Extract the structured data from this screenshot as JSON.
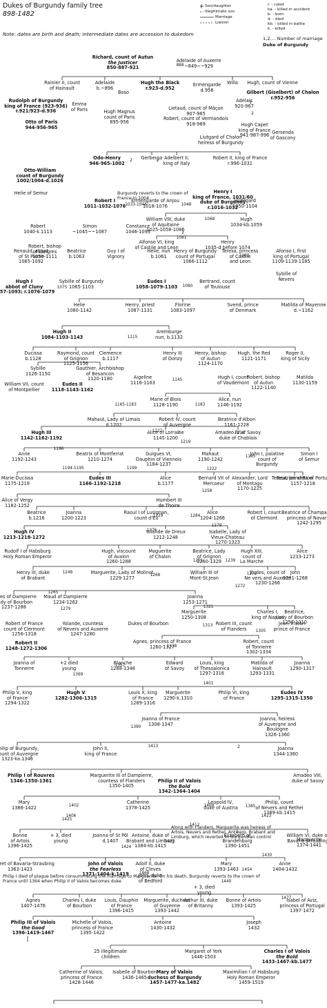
{
  "header": {
    "title": "Dukes of Burgundy family tree",
    "years": "898-1482",
    "note": "Note: dates are birth and death; intermediate dates are accession to dukedom"
  },
  "legend": {
    "line1": [
      "Son/daughter",
      "Illegitimate son",
      "Marriage",
      "Liaison"
    ],
    "line2": [
      "r. - ruled",
      "ka. - killed in accident",
      "b. - born",
      "d. - died",
      "kb. - killed in battle",
      "k. - killed"
    ],
    "marriage_number": "1,2.... Number of marriage",
    "duke_label": "Duke of Burgundy"
  },
  "notes": [
    "Burgundy reverts to the crown of France in 1004",
    "Along with Flanders, Marguerite was heiress of Artois, Nevers and Rethel, Antwerp, Brabant and Limburg, which reverted to Burgundian control",
    "Philip I died of plague before consummating the marriage to Marguerite. On his death, Burgundy reverts to the crown of France until 1364 when Philip II of Valois becomes duke"
  ],
  "marriage_numbers": [
    "888",
    "1",
    "2",
    "1",
    "2",
    "1033-1046",
    "1048",
    "1068",
    "1081",
    "2",
    "1093",
    "1075",
    "1080",
    "1115",
    "1145",
    "1165-1183",
    "1183",
    "1222",
    "1219",
    "3",
    "1214",
    "1196",
    "1195",
    "1194-1195",
    "1199",
    "1222",
    "1258",
    "1229",
    "1284",
    "1279",
    "1276",
    "1251",
    "1239",
    "1248",
    "1268",
    "1272",
    "1265",
    "1272",
    "1279",
    "1321",
    "1313",
    "1305",
    "1338",
    "1357",
    "1369",
    "1401",
    "1390",
    "1413",
    "2",
    "1402",
    "1409",
    "1385",
    "1406",
    "1423",
    "1425",
    "1412",
    "1423",
    "1424",
    "1430",
    "1468",
    "1454",
    "1440",
    "1477"
  ],
  "people": [
    {
      "lines": [
        "Richard, count of Autun",
        "the Justicer",
        "850-887-921"
      ],
      "duke": true
    },
    {
      "lines": [
        "Adelaide of Auxerre",
        "~849~~929"
      ]
    },
    {
      "lines": [
        "Rainier II, count",
        "of Hainault"
      ]
    },
    {
      "lines": [
        "Adelaide",
        "b.~896"
      ]
    },
    {
      "lines": [
        "Boso"
      ]
    },
    {
      "lines": [
        "Hugh the Black",
        "r.923-d.952"
      ],
      "duke": true
    },
    {
      "lines": [
        "Ermengarde",
        "d.956"
      ]
    },
    {
      "lines": [
        "Willa"
      ]
    },
    {
      "lines": [
        "Hugh, count of Vienne"
      ]
    },
    {
      "lines": [
        "Rudolph of Burgundy",
        "king of France (923-936)",
        "r.921/923-d.936"
      ],
      "duke": true
    },
    {
      "lines": [
        "Emma",
        "of Paris"
      ]
    },
    {
      "lines": [
        "Hugh Magnus",
        "count of Paris",
        "895-956"
      ]
    },
    {
      "lines": [
        "Gilbert (Giselbert) of Chalon",
        "r.952-956"
      ],
      "duke": true
    },
    {
      "lines": [
        "Lietaud, count of Mâçon",
        "907-965"
      ]
    },
    {
      "lines": [
        "Robert, count of Vermandois",
        "918-969"
      ]
    },
    {
      "lines": [
        "Adelais",
        "920-967"
      ]
    },
    {
      "lines": [
        "Hugh Capet",
        "king of France",
        "941-987-996"
      ]
    },
    {
      "lines": [
        "Otto of Paris",
        "944-956-965"
      ],
      "duke": true
    },
    {
      "lines": [
        "Liutgard of Chalon",
        "heiress of Burgundy"
      ]
    },
    {
      "lines": [
        "Gersenda",
        "of Gascony"
      ]
    },
    {
      "lines": [
        "Odo-Henry",
        "946-965-1002"
      ],
      "duke": true
    },
    {
      "lines": [
        "Gerberga"
      ]
    },
    {
      "lines": [
        "Adelbert II,",
        "king of Italy"
      ]
    },
    {
      "lines": [
        "Robert II, king of France",
        "r.996-1031"
      ]
    },
    {
      "lines": [
        "Otto-William",
        "count of Burgundy",
        "1002/1004-d.1026"
      ],
      "duke": true
    },
    {
      "lines": [
        "Henry I",
        "king of France, 1031/60",
        "duke of Burgundy",
        "r.1016-1032"
      ],
      "duke": true
    },
    {
      "lines": [
        "Helie of Semur"
      ]
    },
    {
      "lines": [
        "Robert I",
        "1011-1032-1076"
      ],
      "duke": true
    },
    {
      "lines": [
        "Ermengarde of Anjou",
        "1018-1076"
      ]
    },
    {
      "lines": [
        "Hildegard",
        "1050-1104"
      ]
    },
    {
      "lines": [
        "William VIII, duke",
        "of Aquitaine",
        "1025-1058-1086"
      ]
    },
    {
      "lines": [
        "Hugh",
        "1034-kb.1059"
      ]
    },
    {
      "lines": [
        "Robert",
        "1040-k.1113"
      ]
    },
    {
      "lines": [
        "Simon",
        "~1045~~1087"
      ]
    },
    {
      "lines": [
        "Constance",
        "1046-1093"
      ]
    },
    {
      "lines": [
        "Alfonso VI, king",
        "of Castile and Leon"
      ]
    },
    {
      "lines": [
        "Henry",
        "1035-d before 1074"
      ]
    },
    {
      "lines": [
        "Robert, bishop",
        "of Langres",
        "1059-1111"
      ]
    },
    {
      "lines": [
        "Renauld, abbot",
        "of St Pierre",
        "1065-1092"
      ]
    },
    {
      "lines": [
        "Beatrice",
        "b.1063"
      ]
    },
    {
      "lines": [
        "Guy I of",
        "Vignory"
      ]
    },
    {
      "lines": [
        "Helie, nun",
        "b.1061"
      ]
    },
    {
      "lines": [
        "Henry of Burgundy",
        "count of Portugal",
        "1066-1112"
      ]
    },
    {
      "lines": [
        "Teresa, princess",
        "of Castile",
        "and Leon"
      ]
    },
    {
      "lines": [
        "Afonso I, first",
        "king of Portugal",
        "1109-1139-1185"
      ]
    },
    {
      "lines": [
        "Sybille of",
        "Nevers"
      ]
    },
    {
      "lines": [
        "Hugh I",
        "abbot of Cluny",
        "1057-1093; r.1076-1079"
      ],
      "duke": true
    },
    {
      "lines": [
        "Sybille of Burgundy",
        "1065-1103"
      ]
    },
    {
      "lines": [
        "Eudes I",
        "1058-1079-1103"
      ],
      "duke": true
    },
    {
      "lines": [
        "Bertrand, count",
        "of Toulouse"
      ]
    },
    {
      "lines": [
        "Helie",
        "1080-1142"
      ]
    },
    {
      "lines": [
        "Henry, priest",
        "1087-1131"
      ]
    },
    {
      "lines": [
        "Florine",
        "1083-1097"
      ]
    },
    {
      "lines": [
        "Svend, prince",
        "of Denmark"
      ]
    },
    {
      "lines": [
        "Matilda of Mayenne",
        "d.~1162"
      ]
    },
    {
      "lines": [
        "Hugh II",
        "1084-1103-1143"
      ],
      "duke": true
    },
    {
      "lines": [
        "Aremburge",
        "nun, b.1132"
      ]
    },
    {
      "lines": [
        "Ducissa",
        "b.1128"
      ]
    },
    {
      "lines": [
        "Raymond, count",
        "of Grignon",
        "1125-1156"
      ]
    },
    {
      "lines": [
        "Clemence",
        "b.1117"
      ]
    },
    {
      "lines": [
        "Henry III",
        "of Donzy"
      ]
    },
    {
      "lines": [
        "Henry, bishop",
        "of Autun",
        "1124-1170"
      ]
    },
    {
      "lines": [
        "Hugh, the Red",
        "1121-1171"
      ]
    },
    {
      "lines": [
        "Roger II,",
        "king of Sicily"
      ]
    },
    {
      "lines": [
        "Sybille",
        "1126-1150"
      ]
    },
    {
      "lines": [
        "Gauthier, Archbishop",
        "of Besancon",
        "1120-1180"
      ]
    },
    {
      "lines": [
        "Aigeline",
        "1116-1163"
      ]
    },
    {
      "lines": [
        "Hugh I, count",
        "of Vaudemont"
      ]
    },
    {
      "lines": [
        "Robert, bishop",
        "of Autun",
        "1122-1140"
      ]
    },
    {
      "lines": [
        "Matilda",
        "1130-1159"
      ]
    },
    {
      "lines": [
        "William VII, count",
        "of Montpellier"
      ]
    },
    {
      "lines": [
        "Eudes II",
        "1118-1143-1162"
      ],
      "duke": true
    },
    {
      "lines": [
        "Marie of Blois",
        "1128-1190"
      ]
    },
    {
      "lines": [
        "Alice, nun",
        "1146-1192"
      ]
    },
    {
      "lines": [
        "Mahaut, Lady of Limais",
        "d.1202"
      ]
    },
    {
      "lines": [
        "Robert IV, count",
        "of Auvergne"
      ]
    },
    {
      "lines": [
        "Beatrice d'Albon",
        "1161-1228"
      ]
    },
    {
      "lines": [
        "Hugh III",
        "1142-1162-1192"
      ],
      "duke": true
    },
    {
      "lines": [
        "Alice of Lorraine",
        "1145-1200"
      ]
    },
    {
      "lines": [
        "Amadeo IV of Savoy",
        "duke of Chablais"
      ]
    },
    {
      "lines": [
        "Anne",
        "1192-1243"
      ]
    },
    {
      "lines": [
        "Beatrix of Montferrat",
        "1210-1274"
      ]
    },
    {
      "lines": [
        "Guigues VI,",
        "Dauphin of Viennois",
        "1184-1237"
      ]
    },
    {
      "lines": [
        "Mahaut",
        "1190-1242"
      ]
    },
    {
      "lines": [
        "John I, palatine",
        "count of",
        "Burgundy"
      ]
    },
    {
      "lines": [
        "Simon I",
        "of Semur"
      ]
    },
    {
      "lines": [
        "Marie-Ducissa",
        "1175-1219"
      ]
    },
    {
      "lines": [
        "Eudes III",
        "1166-1192-1218"
      ],
      "duke": true
    },
    {
      "lines": [
        "Alice",
        "b.1177"
      ]
    },
    {
      "lines": [
        "Bernard VII of",
        "Mercoeur"
      ]
    },
    {
      "lines": [
        "Alexander, Lord",
        "of Montagu",
        "1170-1225"
      ]
    },
    {
      "lines": [
        "Beatrice of Rion"
      ]
    },
    {
      "lines": [
        "Teresa, princess of Portugal",
        "1157-1218"
      ]
    },
    {
      "lines": [
        "Alice of Vergy",
        "1182-1252"
      ]
    },
    {
      "lines": [
        "Humbert III",
        "de Thoire"
      ]
    },
    {
      "lines": [
        "Beatrice",
        "b.1216"
      ]
    },
    {
      "lines": [
        "Joanna",
        "1200-1223"
      ]
    },
    {
      "lines": [
        "Raoul I of Lusignan,",
        "count d'Eu"
      ]
    },
    {
      "lines": [
        "Alice",
        "1204-1266"
      ]
    },
    {
      "lines": [
        "Robert I, count",
        "of Clermont"
      ]
    },
    {
      "lines": [
        "Beatrice of Champagne,",
        "princess of Navarre",
        "1242-1295"
      ]
    },
    {
      "lines": [
        "Hugh IV",
        "1213-1218-1272"
      ],
      "duke": true
    },
    {
      "lines": [
        "Yolande de Dreux",
        "1212-1248"
      ]
    },
    {
      "lines": [
        "Isabelle, Lady of",
        "Vieux-Chateau",
        "1270-1323"
      ]
    },
    {
      "lines": [
        "Rudolf I of Habsburg",
        "Holy Roman Emperor"
      ]
    },
    {
      "lines": [
        "Hugh, viscount",
        "of Avalon",
        "1260-1288"
      ]
    },
    {
      "lines": [
        "Maguerite",
        "of Chalon"
      ]
    },
    {
      "lines": [
        "Beatrice, Lady",
        "of Grignon",
        "1260-1329"
      ]
    },
    {
      "lines": [
        "Hugh XIII,",
        "count of",
        "La Marche"
      ]
    },
    {
      "lines": [
        "Alice",
        "1233-1273"
      ]
    },
    {
      "lines": [
        "Henry III, duke",
        "of Brabant"
      ]
    },
    {
      "lines": [
        "Marguerite, Lady of Molinot",
        "1229-1277"
      ]
    },
    {
      "lines": [
        "William III of",
        "Mont-St.Jean"
      ]
    },
    {
      "lines": [
        "Eudes, count of",
        "Ne vers and Auxerre",
        "1230-1266"
      ]
    },
    {
      "lines": [
        "John",
        "1231-1268"
      ]
    },
    {
      "lines": [
        "Agnes of Dampierre",
        "Lady of Bourbon",
        "1237-1288"
      ]
    },
    {
      "lines": [
        "Maud of Dampierre",
        "1234-1262"
      ]
    },
    {
      "lines": [
        "Joanna",
        "1253-1271"
      ]
    },
    {
      "lines": [
        "Marguerite",
        "1250-1308"
      ]
    },
    {
      "lines": [
        "Charles I,",
        "king of Naples"
      ]
    },
    {
      "lines": [
        "Beatrice,",
        "Lady of Bourbon",
        "1257-1310"
      ]
    },
    {
      "lines": [
        "Robert of France",
        "count of Clermont",
        "1256-1318"
      ]
    },
    {
      "lines": [
        "Yolande, countess",
        "of Nevers and Auxerre",
        "1247-1280"
      ]
    },
    {
      "lines": [
        "Robert III, count",
        "of Flanders"
      ]
    },
    {
      "lines": [
        "Jean Tristan",
        "prince of France"
      ]
    },
    {
      "lines": [
        "Dukes of Bourbon"
      ]
    },
    {
      "lines": [
        "Robert II",
        "1248-1272-1306"
      ],
      "duke": true
    },
    {
      "lines": [
        "Agnes, princess of France",
        "1260-1327"
      ]
    },
    {
      "lines": [
        "Robert, count",
        "of Tonnerre",
        "1302-1334"
      ]
    },
    {
      "lines": [
        "Joanna of",
        "Tonnerre"
      ]
    },
    {
      "lines": [
        "+2 died",
        "young"
      ]
    },
    {
      "lines": [
        "Blanche",
        "1288-1348"
      ]
    },
    {
      "lines": [
        "Edward",
        "of Savoy"
      ]
    },
    {
      "lines": [
        "Louis, king",
        "of Thessalonica",
        "1297-1316"
      ]
    },
    {
      "lines": [
        "Matilda of",
        "Hainault",
        "1293-1331"
      ]
    },
    {
      "lines": [
        "Joanna",
        "1290-1317"
      ]
    },
    {
      "lines": [
        "Philip V, king",
        "of France",
        "1294-1322"
      ]
    },
    {
      "lines": [
        "Hugh V",
        "1282-1306-1315"
      ],
      "duke": true
    },
    {
      "lines": [
        "Louis X, king",
        "of France",
        "1289-1316"
      ]
    },
    {
      "lines": [
        "Marguerite",
        "1290-k.1310"
      ]
    },
    {
      "lines": [
        "Philip VI, king",
        "of France"
      ]
    },
    {
      "lines": [
        "Eudes IV",
        "1295-1315-1350"
      ],
      "duke": true
    },
    {
      "lines": [
        "Joanna of France",
        "1308-1347"
      ]
    },
    {
      "lines": [
        "Joanna, heiress",
        "of Auvergne and",
        "Boulogne",
        "1326-1360"
      ]
    },
    {
      "lines": [
        "Philip of Burgundy,",
        "count of Auvergne",
        "1323-ka.1346"
      ]
    },
    {
      "lines": [
        "John II,",
        "king of France"
      ]
    },
    {
      "lines": [
        "Joanna",
        "1344-1360"
      ]
    },
    {
      "lines": [
        "Philip I of Rouvres",
        "1346-1350-1361"
      ],
      "duke": true
    },
    {
      "lines": [
        "Marguerite III of Dampierre,",
        "countess of Flanders",
        "1350-1405"
      ]
    },
    {
      "lines": [
        "Philip II of Valois",
        "the Bold",
        "1342-1364-1404"
      ],
      "duke": true
    },
    {
      "lines": [
        "Amadeo VIII,",
        "duke of Savoy"
      ]
    },
    {
      "lines": [
        "Mary",
        "1386-1422"
      ]
    },
    {
      "lines": [
        "Catherine",
        "1378-1425"
      ]
    },
    {
      "lines": [
        "Leopold IV,",
        "duke of Austria"
      ]
    },
    {
      "lines": [
        "Philip, count",
        "of Nevers and Rethel",
        "1389-kb.1415"
      ]
    },
    {
      "lines": [
        "Bonne",
        "of Artois",
        "1396-1425"
      ]
    },
    {
      "lines": [
        "+ 3, died",
        "young"
      ]
    },
    {
      "lines": [
        "Joanna of St Pôl",
        "d.1407"
      ]
    },
    {
      "lines": [
        "Antoine, duke of",
        "Brabant and Limburg",
        "1384-kb.1415"
      ]
    },
    {
      "lines": [
        "Elizabeth of",
        "Brandenburg",
        "1390-1451"
      ]
    },
    {
      "lines": [
        "William VI, duke of",
        "Bavaria-Straubing"
      ]
    },
    {
      "lines": [
        "Marguerite",
        "1374-1441"
      ]
    },
    {
      "lines": [
        "Margaret of Bavaria-Straubing",
        "1363-1423"
      ]
    },
    {
      "lines": [
        "John of Valois",
        "the Fearless",
        "1371-1404-k.1419"
      ],
      "duke": true
    },
    {
      "lines": [
        "Adolf II, duke",
        "of Cleves"
      ]
    },
    {
      "lines": [
        "Mary",
        "1393-1463"
      ]
    },
    {
      "lines": [
        "Anne",
        "1404-1432"
      ]
    },
    {
      "lines": [
        "John, duke",
        "of Bedford"
      ]
    },
    {
      "lines": [
        "+ 3, died",
        "young"
      ]
    },
    {
      "lines": [
        "Agnes",
        "1407-1476"
      ]
    },
    {
      "lines": [
        "Charles I, duke",
        "of Bourbon"
      ]
    },
    {
      "lines": [
        "Louis, Dauphin",
        "of France",
        "1396-1415"
      ]
    },
    {
      "lines": [
        "Marguerite, duchess",
        "of Guyenne",
        "1393-1442"
      ]
    },
    {
      "lines": [
        "Arthur III, duke",
        "of Britanny"
      ]
    },
    {
      "lines": [
        "Bonne of Artois",
        "1393-1425"
      ]
    },
    {
      "lines": [
        "Isabel of Aviz,",
        "princess of Portugal",
        "1397-1472"
      ]
    },
    {
      "lines": [
        "Philip III of Valois",
        "the Good",
        "1396-1419-1467"
      ],
      "duke": true
    },
    {
      "lines": [
        "Michelle of Valois,",
        "princess of France",
        "1395-1422"
      ]
    },
    {
      "lines": [
        "Antoine",
        "1430-1432"
      ]
    },
    {
      "lines": [
        "Joseph",
        "1432"
      ]
    },
    {
      "lines": [
        "25 illegitimate",
        "children"
      ]
    },
    {
      "lines": [
        "Margaret of York",
        "1446-1503"
      ]
    },
    {
      "lines": [
        "Charles I of Valois",
        "the Bold",
        "1433-1467-kb.1477"
      ],
      "duke": true
    },
    {
      "lines": [
        "Catherine of Valois,",
        "princess of France",
        "1428-1446"
      ]
    },
    {
      "lines": [
        "Isabelle of Bourbon",
        "1436-1465"
      ]
    },
    {
      "lines": [
        "Mary of Valois",
        "duchess of Burgundy",
        "1457-1477-ka.1482"
      ],
      "duke": true
    },
    {
      "lines": [
        "Maximilian I of Habsburg",
        "Holy Roman Emperor",
        "1459-1519"
      ]
    }
  ]
}
